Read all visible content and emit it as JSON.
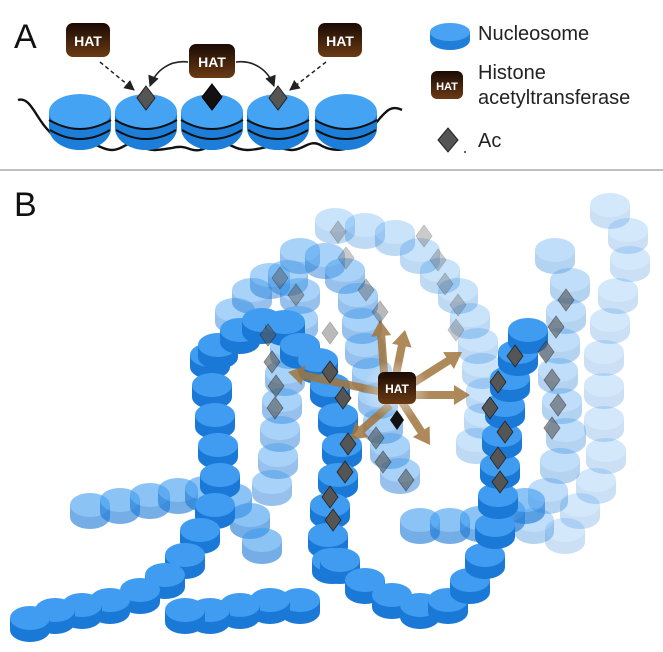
{
  "panels": {
    "a": "A",
    "b": "B"
  },
  "hat_label": "HAT",
  "legend": {
    "nucleosome": "Nucleosome",
    "hat_line1": "Histone",
    "hat_line2": "acetyltransferase",
    "ac": "Ac"
  },
  "colors": {
    "nucleosome": "#2d8ce6",
    "nucleosome_top": "#5fb0f7",
    "hat_box": "#3a1e0c",
    "ac_diamond": "#4a4a4a",
    "arrow": "#a0743c"
  }
}
